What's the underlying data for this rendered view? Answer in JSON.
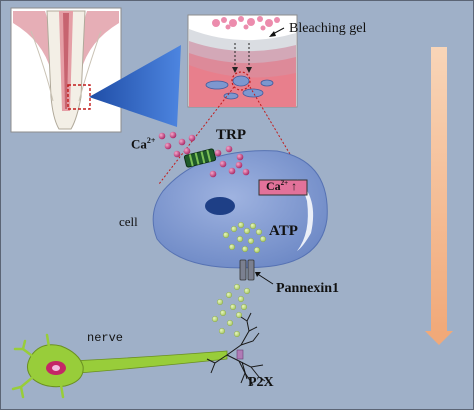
{
  "labels": {
    "bleaching_gel": "Bleaching gel",
    "trp": "TRP",
    "calcium_in": "Ca",
    "calcium_in_sup": "2+",
    "calcium_rise": "Ca",
    "calcium_rise_sup": "2+",
    "calcium_rise_arrow": "↑",
    "cell": "cell",
    "atp": "ATP",
    "pannexin": "Pannexin1",
    "nerve": "nerve",
    "p2x": "P2X"
  },
  "colors": {
    "background": "#9fb0c8",
    "cell_fill": "#7d97cf",
    "nucleus": "#1e3f86",
    "atp_dots": "#b7d37a",
    "calcium_dots": "#b0306c",
    "trp_channel": "#1f5a2a",
    "calcium_box": "#e2729a",
    "time_arrow": "#f3b987",
    "neuron_body": "#98cd3a",
    "neuron_nucleus": "#c42766",
    "zoom_cone": "#2f63c3",
    "guide_lines": "#c21b1b"
  },
  "icons": {
    "tooth": "tooth-cross-section-icon",
    "zoom": "magnify-cone-icon",
    "arrow": "downward-time-arrow-icon"
  }
}
